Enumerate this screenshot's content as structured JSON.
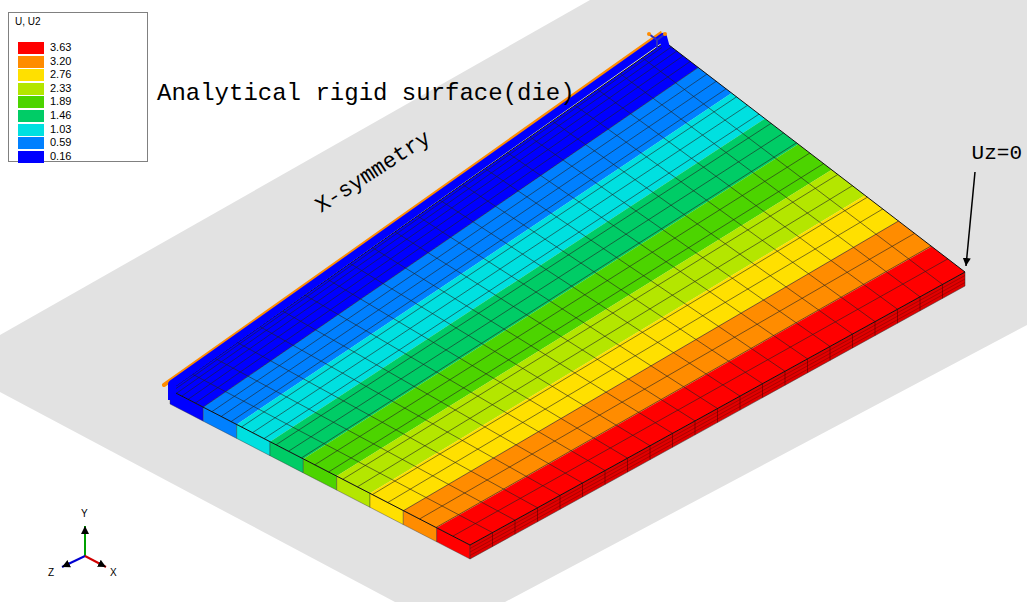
{
  "diagram": {
    "labels": [
      "U, U2",
      "Analytical rigid surface(die)",
      "X-symmetry",
      "Uz=0",
      "Y",
      "Z",
      "X"
    ],
    "legend": [
      {
        "text": "3.63",
        "color": "#ff0000"
      },
      {
        "text": "3.20",
        "color": "#ff8c00"
      },
      {
        "text": "2.76",
        "color": "#ffe000"
      },
      {
        "text": "2.33",
        "color": "#b4e600"
      },
      {
        "text": "1.89",
        "color": "#4cd400"
      },
      {
        "text": "1.46",
        "color": "#00cc66"
      },
      {
        "text": "1.03",
        "color": "#00e0e0"
      },
      {
        "text": "0.59",
        "color": "#0080ff"
      },
      {
        "text": "0.16",
        "color": "#0000ff"
      }
    ]
  }
}
